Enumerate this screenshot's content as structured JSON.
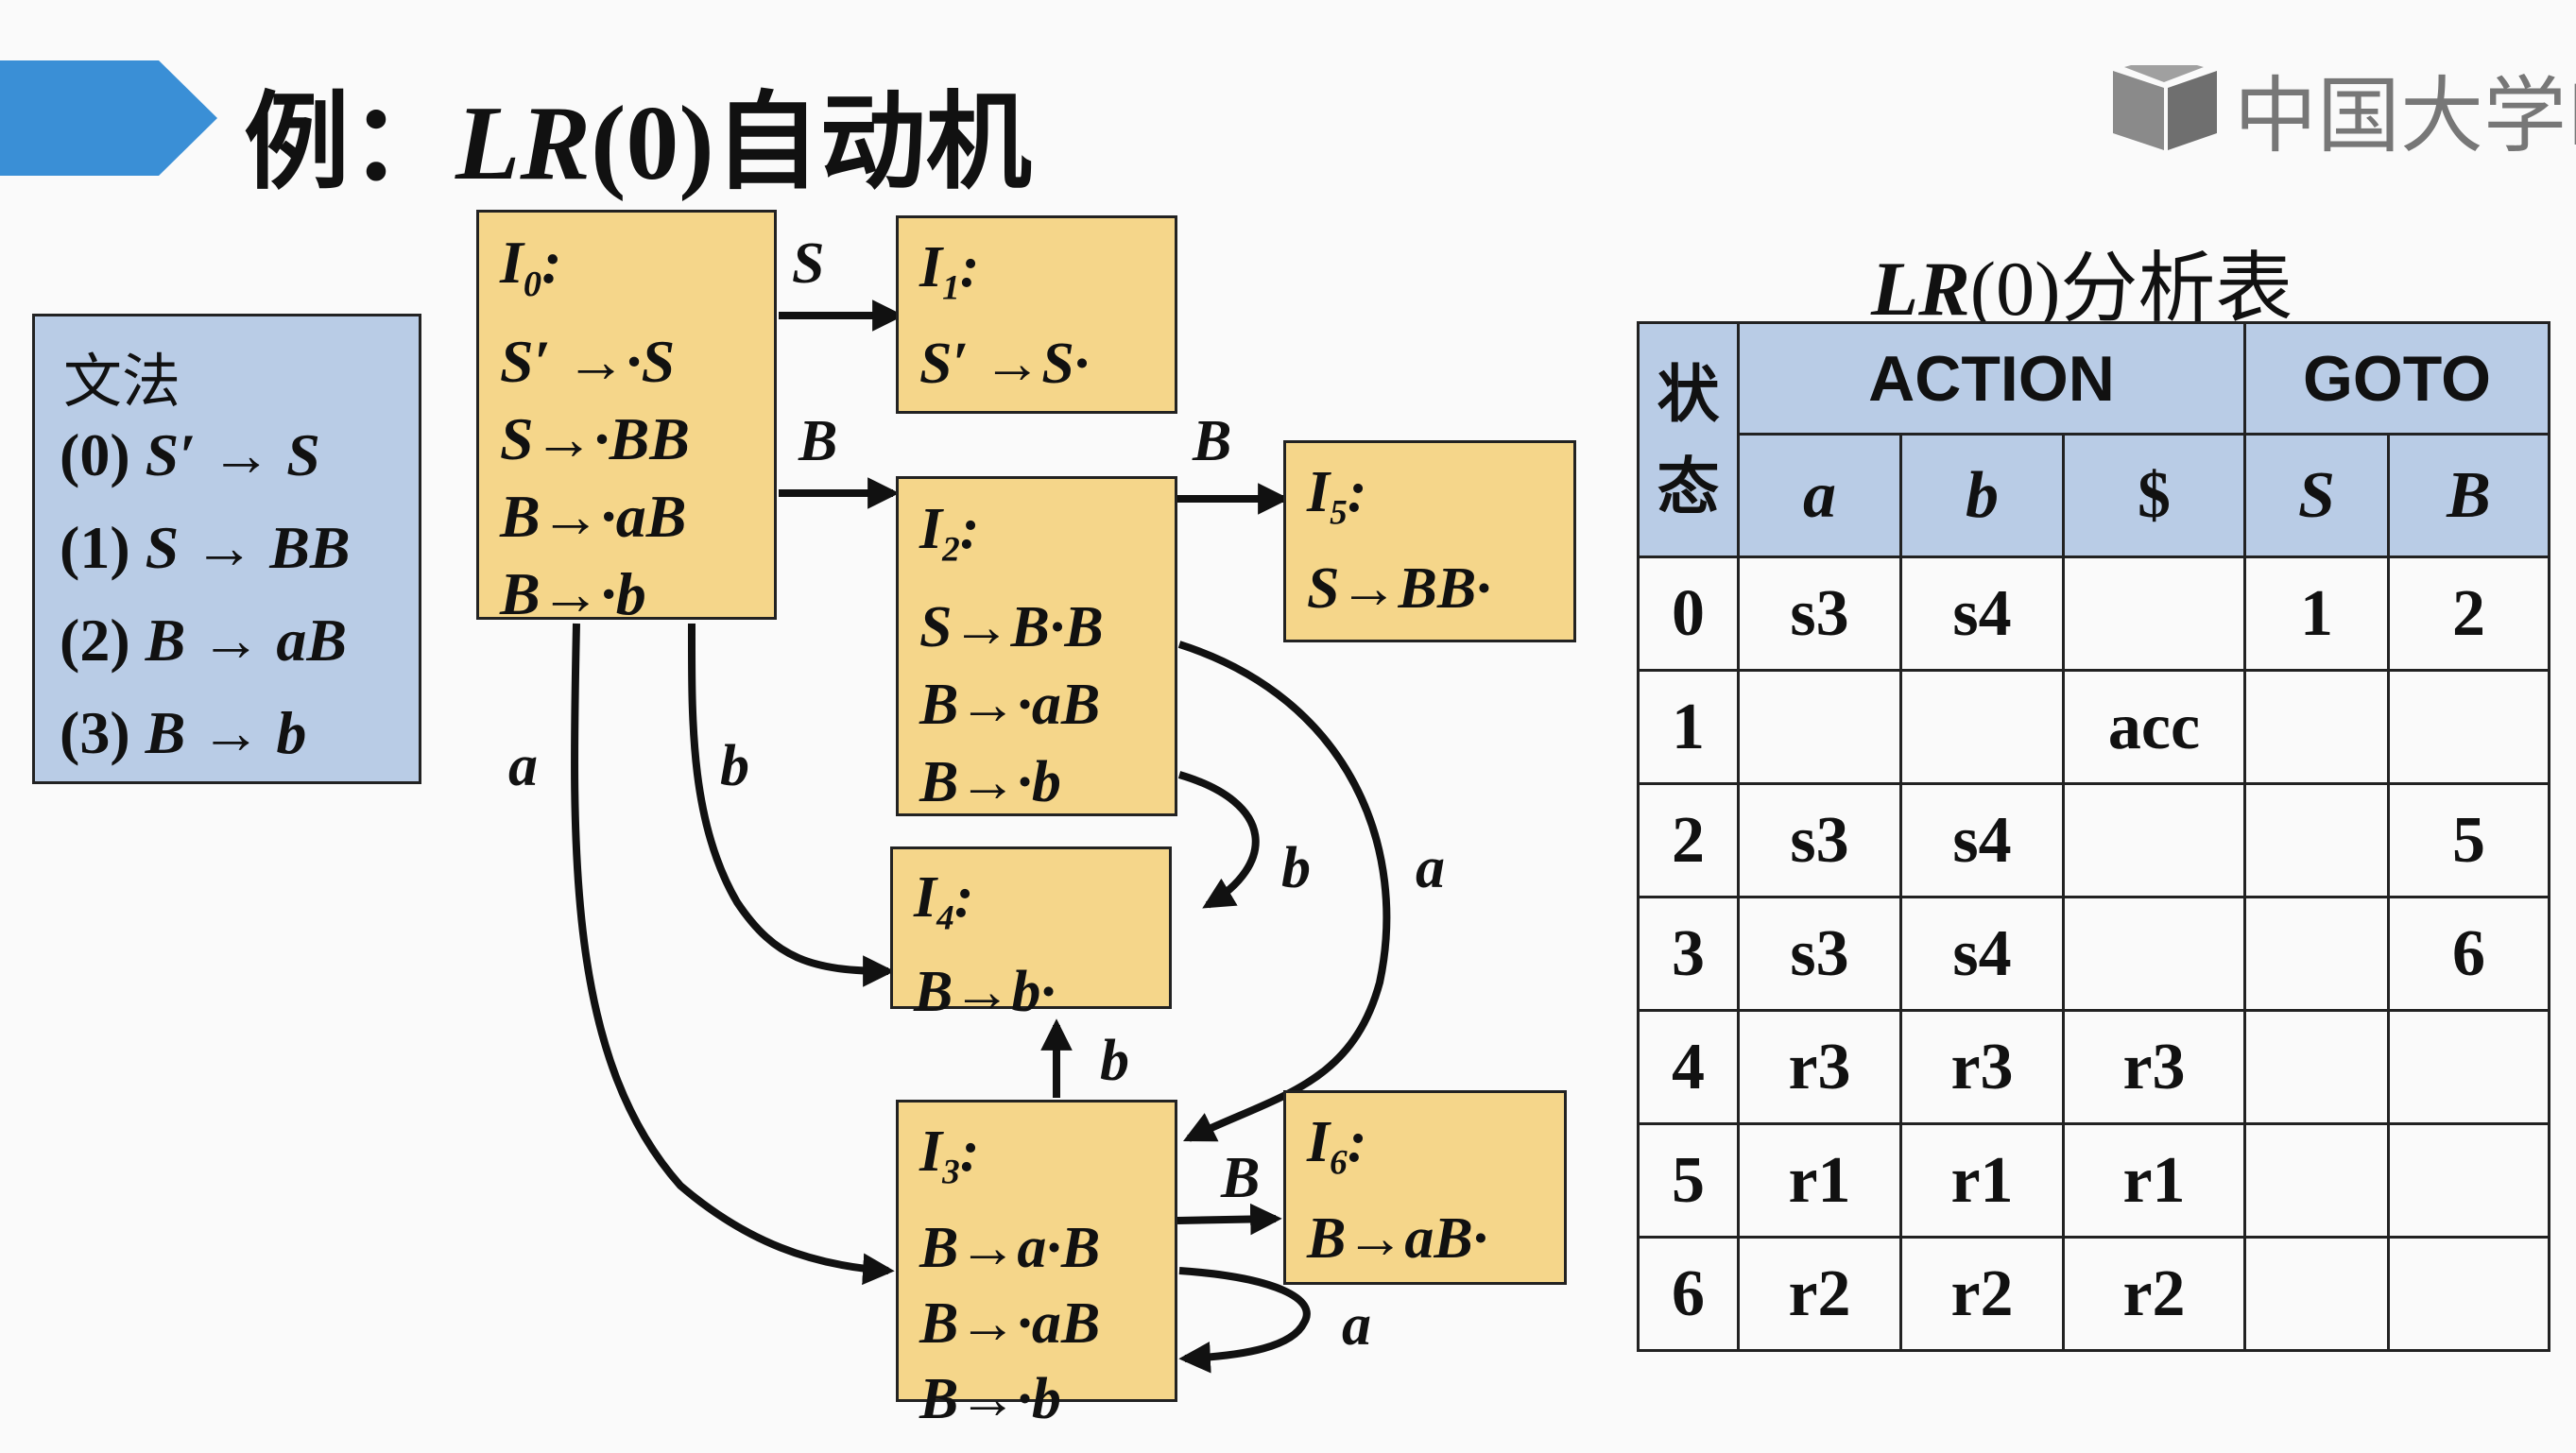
{
  "title": {
    "prefix": "例：",
    "lr": "LR",
    "zero": "(0)",
    "suffix": "自动机"
  },
  "logo": {
    "text": "中国大学MO"
  },
  "grammar": {
    "heading": "文法",
    "rules": [
      {
        "num": "(0) ",
        "body": "S′ → S"
      },
      {
        "num": "(1) ",
        "body": "S → BB"
      },
      {
        "num": "(2) ",
        "body": "B → aB"
      },
      {
        "num": "(3) ",
        "body": "B → b"
      }
    ]
  },
  "states": [
    {
      "id": "I0",
      "name": "I",
      "sub": "0",
      "items": [
        "S′ →·S",
        "S→·BB",
        "B→·aB",
        "B→·b"
      ]
    },
    {
      "id": "I1",
      "name": "I",
      "sub": "1",
      "items": [
        "S′ →S·"
      ]
    },
    {
      "id": "I2",
      "name": "I",
      "sub": "2",
      "items": [
        "S→B·B",
        "B→·aB",
        "B→·b"
      ]
    },
    {
      "id": "I3",
      "name": "I",
      "sub": "3",
      "items": [
        "B→a·B",
        "B→·aB",
        "B→·b"
      ]
    },
    {
      "id": "I4",
      "name": "I",
      "sub": "4",
      "items": [
        "B→b·"
      ]
    },
    {
      "id": "I5",
      "name": "I",
      "sub": "5",
      "items": [
        "S→BB·"
      ]
    },
    {
      "id": "I6",
      "name": "I",
      "sub": "6",
      "items": [
        "B→aB·"
      ]
    }
  ],
  "transitions": [
    {
      "from": "I0",
      "to": "I1",
      "symbol": "S"
    },
    {
      "from": "I0",
      "to": "I2",
      "symbol": "B"
    },
    {
      "from": "I0",
      "to": "I3",
      "symbol": "a"
    },
    {
      "from": "I0",
      "to": "I4",
      "symbol": "b"
    },
    {
      "from": "I2",
      "to": "I5",
      "symbol": "B"
    },
    {
      "from": "I2",
      "to": "I4",
      "symbol": "b"
    },
    {
      "from": "I2",
      "to": "I3",
      "symbol": "a"
    },
    {
      "from": "I3",
      "to": "I4",
      "symbol": "b"
    },
    {
      "from": "I3",
      "to": "I6",
      "symbol": "B"
    },
    {
      "from": "I3",
      "to": "I3",
      "symbol": "a"
    }
  ],
  "table": {
    "title": {
      "lr": "LR",
      "zero": "(0)",
      "rest": "分析表"
    },
    "state_header": [
      "状",
      "态"
    ],
    "action_header": "ACTION",
    "goto_header": "GOTO",
    "action_cols": [
      "a",
      "b",
      "$"
    ],
    "goto_cols": [
      "S",
      "B"
    ],
    "rows": [
      {
        "state": "0",
        "cells": [
          "s3",
          "s4",
          "",
          "1",
          "2"
        ]
      },
      {
        "state": "1",
        "cells": [
          "",
          "",
          "acc",
          "",
          ""
        ]
      },
      {
        "state": "2",
        "cells": [
          "s3",
          "s4",
          "",
          "",
          "5"
        ]
      },
      {
        "state": "3",
        "cells": [
          "s3",
          "s4",
          "",
          "",
          "6"
        ]
      },
      {
        "state": "4",
        "cells": [
          "r3",
          "r3",
          "r3",
          "",
          ""
        ]
      },
      {
        "state": "5",
        "cells": [
          "r1",
          "r1",
          "r1",
          "",
          ""
        ]
      },
      {
        "state": "6",
        "cells": [
          "r2",
          "r2",
          "r2",
          "",
          ""
        ]
      }
    ]
  },
  "colors": {
    "state_fill": "#f5d68a",
    "header_fill": "#b9cce6",
    "banner": "#3a8fd6"
  }
}
